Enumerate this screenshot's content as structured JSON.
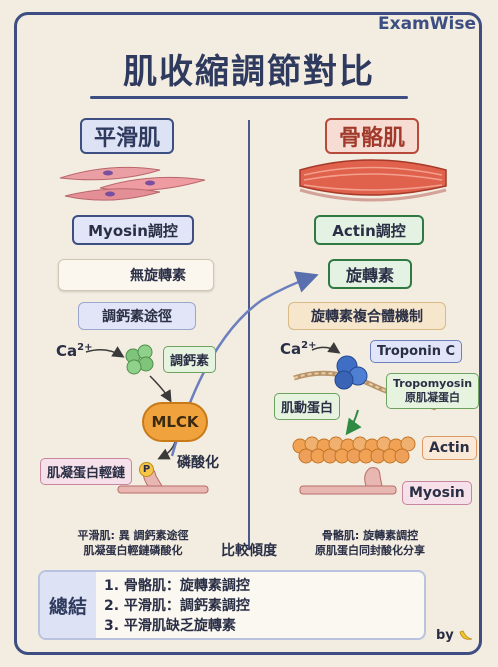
{
  "brand": "ExamWise",
  "title": "肌收縮調節對比",
  "smooth": {
    "heading": "平滑肌",
    "regulation": "Myosin調控",
    "no_troponin": "無旋轉素",
    "pathway": "調鈣素途徑",
    "ca_label": "Ca",
    "ca_charge": "2+",
    "calmodulin": "調鈣素",
    "mlck": "MLCK",
    "phosphorylation": "磷酸化",
    "mlc": "肌凝蛋白輕鏈",
    "p_symbol": "P",
    "footnote_lines": [
      "平滑肌: 異 調鈣素途徑",
      "肌凝蛋白輕鏈磷酸化"
    ]
  },
  "skeletal": {
    "heading": "骨骼肌",
    "regulation": "Actin調控",
    "troponin": "旋轉素",
    "complex": "旋轉素複合體機制",
    "ca_label": "Ca",
    "ca_charge": "2+",
    "troponin_c": "Troponin C",
    "tropomyosin_lines": [
      "Tropomyosin",
      "原肌凝蛋白"
    ],
    "actin_filament": "肌動蛋白",
    "actin": "Actin",
    "myosin": "Myosin",
    "footnote_lines": [
      "骨骼肌: 旋轉素調控",
      "原肌蛋白同封酸化分享"
    ]
  },
  "center_label": "比較傾度",
  "summary": {
    "title": "總結",
    "items": [
      "1. 骨骼肌：旋轉素調控",
      "2. 平滑肌：調鈣素調控",
      "3. 平滑肌缺乏旋轉素"
    ]
  },
  "byline": "by",
  "colors": {
    "navy": "#3d4f82",
    "red": "#b74a3a",
    "green": "#2f7a43",
    "orange": "#f0a33c",
    "blue_ball": "#3f6fc4"
  }
}
